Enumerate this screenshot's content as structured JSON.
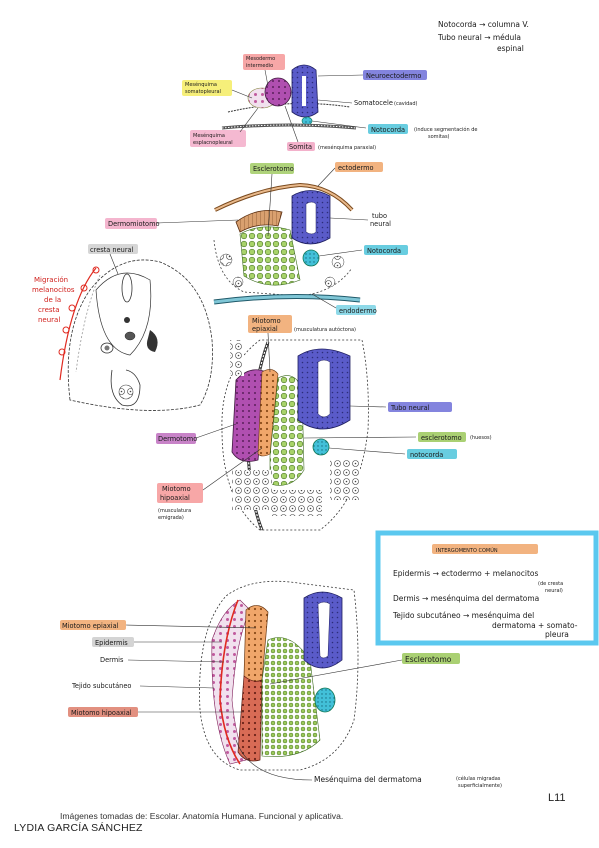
{
  "top_note": {
    "line1": "Notocorda → columna V.",
    "line2": "Tubo neural → médula",
    "line3": "espinal"
  },
  "panel1": {
    "mesodermo_intermedio_1": "Mesodermo",
    "mesodermo_intermedio_2": "intermedio",
    "mes_somatopleural_1": "Mesénquima",
    "mes_somatopleural_2": "somatopleural",
    "mes_esplacnopleural_1": "Mesénquima",
    "mes_esplacnopleural_2": "esplacnopleural",
    "neuroectodermo": "Neuroectodermo",
    "somatocele": "Somatocele",
    "somatocele_note": "(cavidad)",
    "notocorda": "Notocorda",
    "notocorda_note_1": "(induce segmentación de",
    "notocorda_note_2": "somitas)",
    "somita": "Somita",
    "somita_note": "(mesénquima paraxial)"
  },
  "panel2": {
    "esclerotomo": "Esclerotomo",
    "ectodermo": "ectodermo",
    "dermomiotomo": "Dermomiotomo",
    "tubo_neural_1": "tubo",
    "tubo_neural_2": "neural",
    "notocorda": "Notocorda",
    "endodermo": "endodermo"
  },
  "panel_cresta": {
    "cresta_neural": "cresta neural",
    "migracion": [
      "Migración",
      "melanocitos",
      "de la",
      "cresta",
      "neural"
    ]
  },
  "panel3": {
    "miotomo_epiaxial_1": "Miotomo",
    "miotomo_epiaxial_2": "epiaxial",
    "miotomo_epiaxial_note": "(musculatura autóctona)",
    "tubo_neural": "Tubo neural",
    "dermotomo": "Dermotomo",
    "esclerotomo": "esclerotomo",
    "esclerotomo_note": "(huesos)",
    "notocorda": "notocorda",
    "miotomo_hipoaxial_1": "Miotomo",
    "miotomo_hipoaxial_2": "hipoaxial",
    "miotomo_hipoaxial_note_1": "(musculatura",
    "miotomo_hipoaxial_note_2": "emigrada)"
  },
  "legend_box": {
    "title": "INTERGOMENTO COMÚN",
    "line1": "Epidermis → ectodermo + melanocitos",
    "line1_note_1": "(de cresta",
    "line1_note_2": "neural)",
    "line2": "Dermis → mesénquima del dermatoma",
    "line3": "Tejido subcutáneo → mesénquima del",
    "line4": "dermatoma + somato-",
    "line5": "pleura",
    "border_color": "#5bc8ef"
  },
  "panel4": {
    "miotomo_epiaxial": "Miotomo epiaxial",
    "epidermis": "Epidermis",
    "dermis": "Dermis",
    "tejido_subcutaneo": "Tejido subcutáneo",
    "miotomo_hipoaxial": "Miotomo hipoaxial",
    "esclerotomo": "Esclerotomo",
    "mes_dermatoma": "Mesénquima del dermatoma",
    "mes_dermatoma_note_1": "(células migradas",
    "mes_dermatoma_note_2": "superficialmente)"
  },
  "footer": {
    "source": "Imágenes tomadas de: Escolar. Anatomía Humana. Funcional y aplicativa.",
    "author": "LYDIA GARCÍA SÁNCHEZ",
    "page": "L11"
  },
  "colors": {
    "purple_neural": "#5a5bc9",
    "violet_mesenchyme": "#b04fb0",
    "green_sclerotome": "#9bc85a",
    "cyan_notochord": "#42c0d8",
    "orange_epiaxial": "#f0a66a",
    "red_hypaxial": "#d86b55",
    "highlight_yellow": "#f4ec63",
    "highlight_pink": "#f2a8c5",
    "highlight_red": "#f48a8a",
    "highlight_grey": "#cfcfcf",
    "migration_red": "#e02a20"
  }
}
